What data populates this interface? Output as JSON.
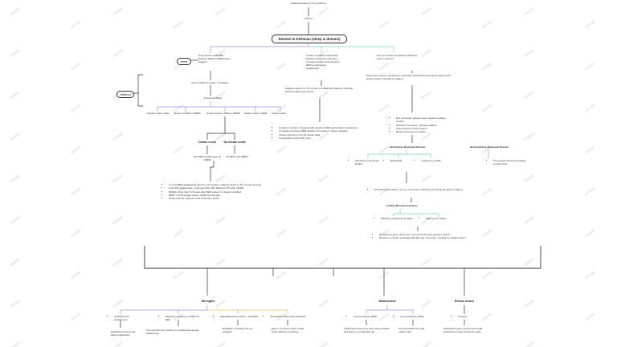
{
  "header": {
    "source": "Patient Readers of Long Dreams",
    "author": "Authors"
  },
  "root": "Dement & Kleitman (sleep & dreams)",
  "aims": {
    "label": "Aims",
    "aim1": "Does dream recall differ between REM & NREM sleep stages?",
    "aim2": "Is there a positive relationship between subjective estimates of dream duration and length of REM period before awakening?",
    "aim3": "Are eye movement patterns related to dream content?"
  },
  "method": {
    "label": "Method",
    "design": "Uses 9 adults (7 males, 2 females)",
    "procedure": "Procedure/Study",
    "conditions": [
      "Random alarm wake",
      "Sleeps in REM or NREM",
      "Subject woke in REM or NREM",
      "Subject woke in REM",
      "Subject woke"
    ],
    "dream_label": "Dream recall",
    "no_dream_label": "No dream recall",
    "dream_count": "152 REM awakenings, 11 NREM",
    "no_dream_count": "39 REM, 149 NREM"
  },
  "results1": [
    "In 17 of REM awakenings after 5 or 15 minutes, subjects said 5 or 15 minutes correctly",
    "From 152 awakenings, recall was 80% after REM and 7% after NREM",
    "NREM - more than 8 minutes after REM ended, no dreams recalled",
    "REM - 4 of all stages, dream recall over all night",
    "Nearly half the subjects could recall their dream"
  ],
  "aim2_note": "Subjects woke 5 or 15 minutes into REM and asked to estimate which duration was correct",
  "results2": [
    "Duration of dream correlated with length of REM period before awakening",
    "Correlation between REM duration and words in dream narrative",
    "Chose correctly in 5 or 15 minute trials",
    "Overall 83% correct (88 / 111)"
  ],
  "aim3_note": "Movements of eyes recorded by electrodes while dreaming and compared with dream content reported on waking",
  "results3": [
    "Eye movement patterns were related to dream content",
    "Vertical movements - climbing ladders",
    "Only vertical in a few dreams",
    "Mixed movements in others"
  ],
  "vertical": {
    "label": "Vertical Eye Movement Dreams",
    "items": [
      "Climbing up and down ladders",
      "Basketball",
      "Looking up at cliffs"
    ]
  },
  "horizontal": {
    "label": "Horizontal Eye Movement Dreams",
    "items": [
      "Two people throwing tomatoes at each other"
    ]
  },
  "left_right_note": "10 dreams were little or no eye movement, watching something far away or staring",
  "left_right": {
    "label": "Left Eye Movement Dreams",
    "items": [
      "Watching something far away",
      "Staring at an object"
    ]
  },
  "left_results": [
    "21 sessions gave mixed eye movements showing people in dream",
    "Results in a dream predicted with little eye movement - looking at a distant object"
  ],
  "bottom": {
    "strengths": {
      "label": "Strengths",
      "items": [
        "Controlled lab environment",
        "Objective measures of REM via EEG",
        "Standardised procedure - replicable",
        "Quantitative data easily analysed"
      ],
      "notes": [
        "Established cause and effect relationship",
        "Can compare the results from participants across awakenings",
        "Reliability of findings can be checked",
        "Easy to compare dream recall under different conditions"
      ]
    },
    "weaknesses": {
      "label": "Weaknesses",
      "items": [
        "Low ecological validity",
        "Low population validity"
      ],
      "notes": [
        "Participants knew they were being studied and slept in an unfamiliar lab",
        "Only 9 participants used, mostly male"
      ]
    },
    "ethical": {
      "label": "Ethical issues",
      "items": [
        "Consent"
      ],
      "notes": [
        "Participants gave consent and could withdraw but woke during the night"
      ]
    }
  }
}
